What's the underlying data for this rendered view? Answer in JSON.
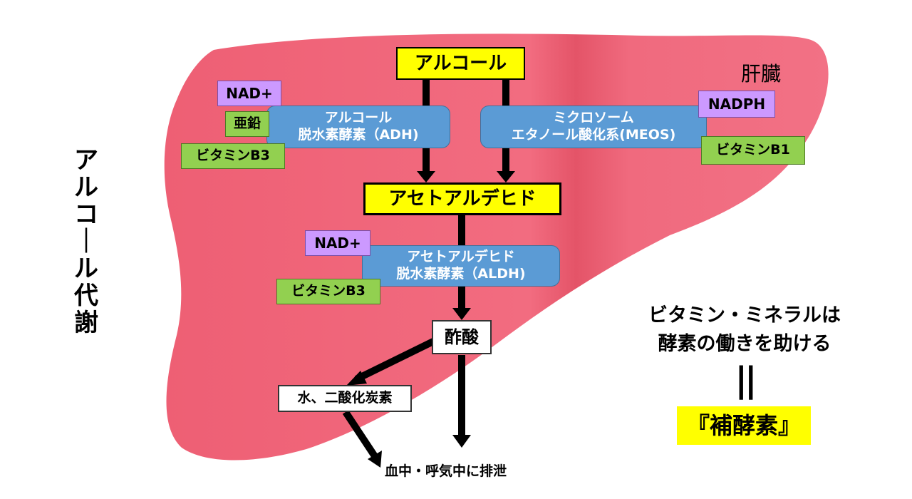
{
  "title_vertical": "アルコール代謝",
  "organ_label": "肝臓",
  "nodes": {
    "alcohol": "アルコール",
    "acetaldehyde": "アセトアルデヒド",
    "acetic_acid": "酢酸",
    "water_co2": "水、二酸化炭素",
    "excretion": "血中・呼気中に排泄"
  },
  "enzymes": {
    "adh": "アルコール\n脱水素酵素（ADH)",
    "meos": "ミクロソーム\nエタノール酸化系(MEOS)",
    "aldh": "アセトアルデヒド\n脱水素酵素（ALDH)"
  },
  "cofactors": {
    "adh": [
      "NAD+",
      "亜鉛",
      "ビタミンB3"
    ],
    "meos": [
      "NADPH",
      "ビタミンB1"
    ],
    "aldh": [
      "NAD+",
      "ビタミンB3"
    ]
  },
  "note": {
    "line1": "ビタミン・ミネラルは",
    "line2": "酵素の働きを助ける",
    "equals": "||",
    "highlight": "『補酵素』"
  },
  "colors": {
    "liver": "#f0657a",
    "node_yellow": "#ffff00",
    "enzyme_blue": "#5b9bd5",
    "cofactor_purple": "#cc99ff",
    "cofactor_green": "#92d050",
    "arrow": "#000000"
  }
}
